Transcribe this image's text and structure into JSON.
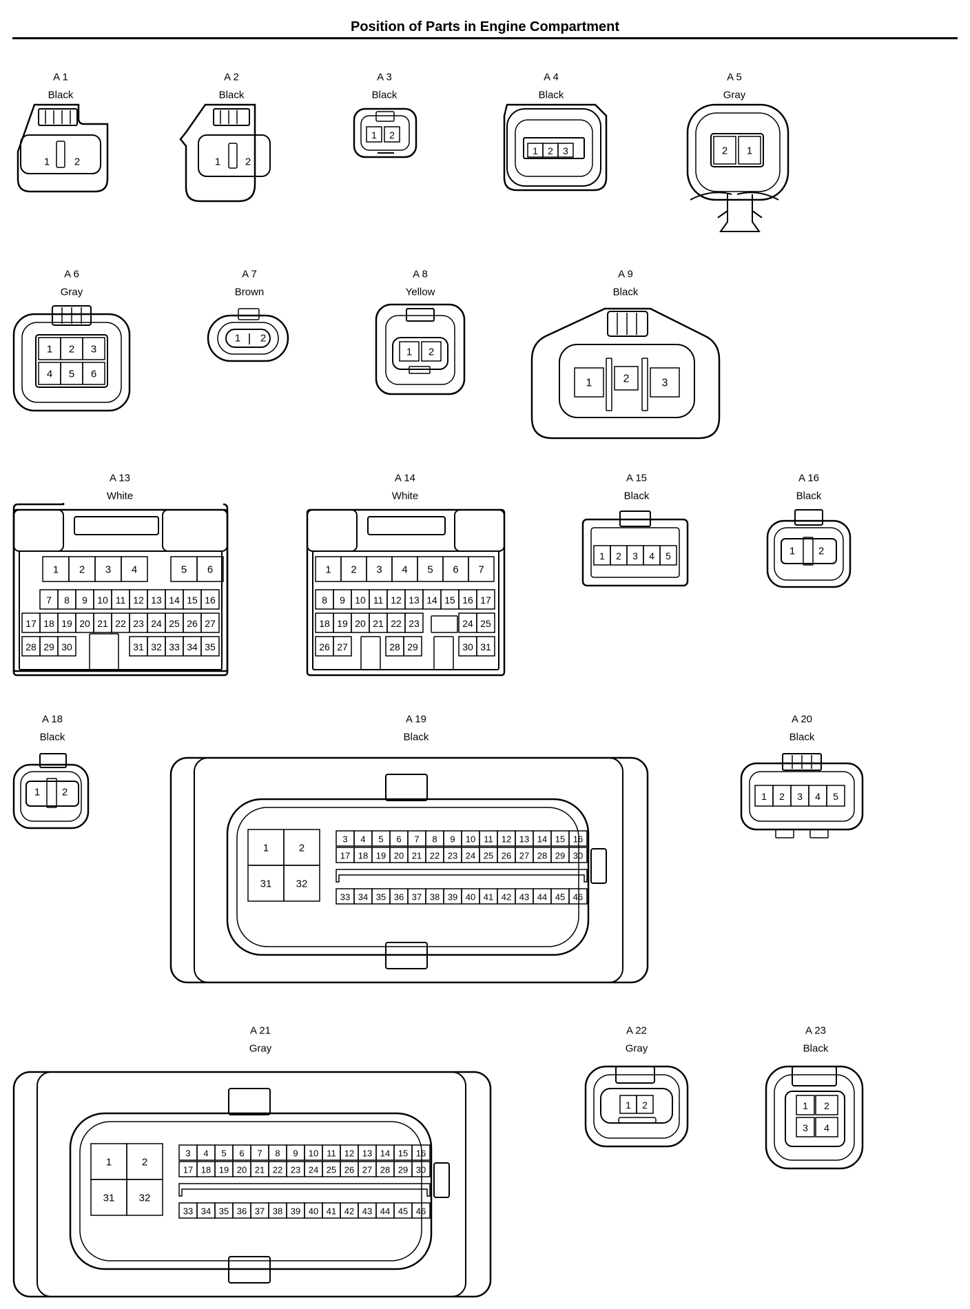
{
  "title": "Position of Parts in Engine Compartment",
  "connectors": [
    {
      "id": "A 1",
      "color": "Black",
      "pins": [
        "1",
        "2"
      ]
    },
    {
      "id": "A 2",
      "color": "Black",
      "pins": [
        "1",
        "2"
      ]
    },
    {
      "id": "A 3",
      "color": "Black",
      "pins": [
        "1",
        "2"
      ]
    },
    {
      "id": "A 4",
      "color": "Black",
      "pins": [
        "1",
        "2",
        "3"
      ]
    },
    {
      "id": "A 5",
      "color": "Gray",
      "pins": [
        "2",
        "1"
      ]
    },
    {
      "id": "A 6",
      "color": "Gray",
      "pins": [
        "1",
        "2",
        "3",
        "4",
        "5",
        "6"
      ]
    },
    {
      "id": "A 7",
      "color": "Brown",
      "pins": [
        "1",
        "2"
      ]
    },
    {
      "id": "A 8",
      "color": "Yellow",
      "pins": [
        "1",
        "2"
      ]
    },
    {
      "id": "A 9",
      "color": "Black",
      "pins": [
        "1",
        "2",
        "3"
      ]
    },
    {
      "id": "A 13",
      "color": "White",
      "pins": [
        "1",
        "2",
        "3",
        "4",
        "5",
        "6",
        "7",
        "8",
        "9",
        "10",
        "11",
        "12",
        "13",
        "14",
        "15",
        "16",
        "17",
        "18",
        "19",
        "20",
        "21",
        "22",
        "23",
        "24",
        "25",
        "26",
        "27",
        "28",
        "29",
        "30",
        "31",
        "32",
        "33",
        "34",
        "35"
      ]
    },
    {
      "id": "A 14",
      "color": "White",
      "pins": [
        "1",
        "2",
        "3",
        "4",
        "5",
        "6",
        "7",
        "8",
        "9",
        "10",
        "11",
        "12",
        "13",
        "14",
        "15",
        "16",
        "17",
        "18",
        "19",
        "20",
        "21",
        "22",
        "23",
        "24",
        "25",
        "26",
        "27",
        "28",
        "29",
        "30",
        "31"
      ]
    },
    {
      "id": "A 15",
      "color": "Black",
      "pins": [
        "1",
        "2",
        "3",
        "4",
        "5"
      ]
    },
    {
      "id": "A 16",
      "color": "Black",
      "pins": [
        "1",
        "2"
      ]
    },
    {
      "id": "A 18",
      "color": "Black",
      "pins": [
        "1",
        "2"
      ]
    },
    {
      "id": "A 19",
      "color": "Black",
      "pins": [
        "1",
        "2",
        "31",
        "32",
        "3",
        "4",
        "5",
        "6",
        "7",
        "8",
        "9",
        "10",
        "11",
        "12",
        "13",
        "14",
        "15",
        "16",
        "17",
        "18",
        "19",
        "20",
        "21",
        "22",
        "23",
        "24",
        "25",
        "26",
        "27",
        "28",
        "29",
        "30",
        "33",
        "34",
        "35",
        "36",
        "37",
        "38",
        "39",
        "40",
        "41",
        "42",
        "43",
        "44",
        "45",
        "46"
      ]
    },
    {
      "id": "A 20",
      "color": "Black",
      "pins": [
        "1",
        "2",
        "3",
        "4",
        "5"
      ]
    },
    {
      "id": "A 21",
      "color": "Gray",
      "pins": [
        "1",
        "2",
        "31",
        "32",
        "3",
        "4",
        "5",
        "6",
        "7",
        "8",
        "9",
        "10",
        "11",
        "12",
        "13",
        "14",
        "15",
        "16",
        "17",
        "18",
        "19",
        "20",
        "21",
        "22",
        "23",
        "24",
        "25",
        "26",
        "27",
        "28",
        "29",
        "30",
        "33",
        "34",
        "35",
        "36",
        "37",
        "38",
        "39",
        "40",
        "41",
        "42",
        "43",
        "44",
        "45",
        "46"
      ]
    },
    {
      "id": "A 22",
      "color": "Gray",
      "pins": [
        "1",
        "2"
      ]
    },
    {
      "id": "A 23",
      "color": "Black",
      "pins": [
        "1",
        "2",
        "3",
        "4"
      ]
    }
  ]
}
